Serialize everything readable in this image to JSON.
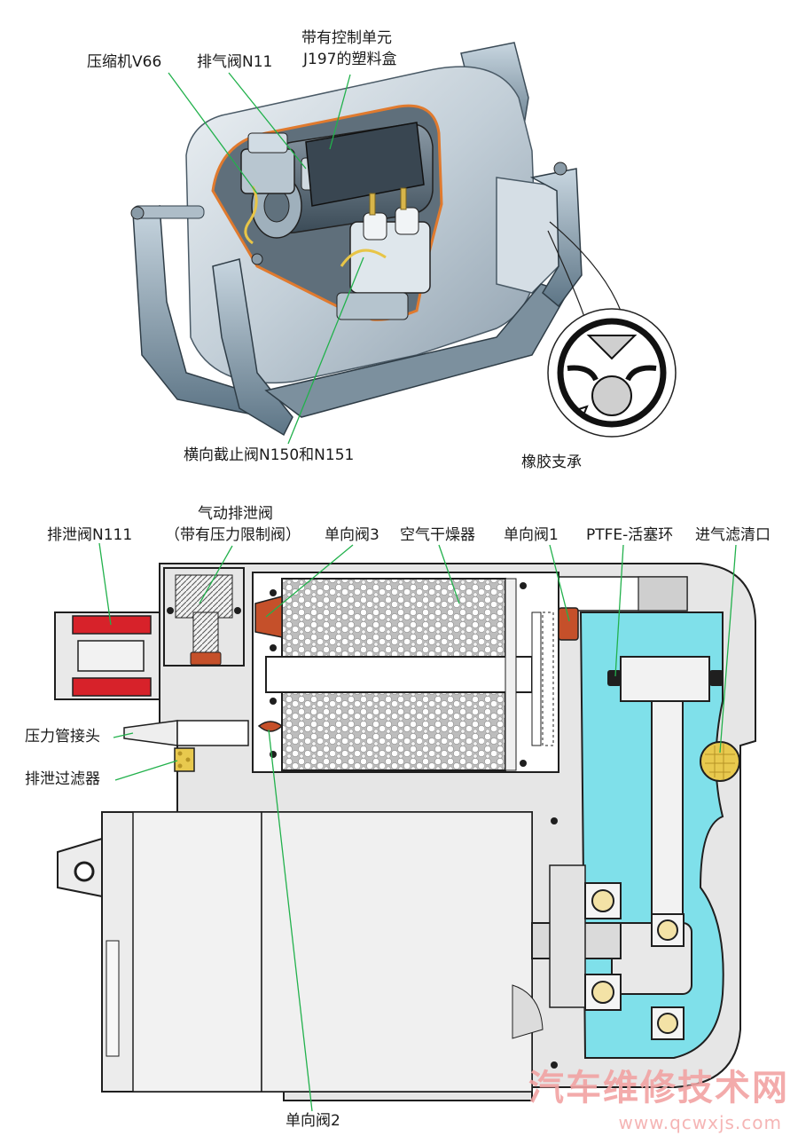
{
  "top_labels": {
    "compressor": "压缩机V66",
    "exhaust_valve": "排气阀N11",
    "plastic_box_line1": "带有控制单元",
    "plastic_box_line2": "J197的塑料盒",
    "cross_valves": "横向截止阀N150和N151",
    "rubber_support": "橡胶支承"
  },
  "bottom_labels": {
    "drain_valve": "排泄阀N111",
    "pneumatic_drain_line1": "气动排泄阀",
    "pneumatic_drain_line2": "（带有压力限制阀）",
    "check_valve_3": "单向阀3",
    "air_dryer": "空气干燥器",
    "check_valve_1": "单向阀1",
    "ptfe_ring": "PTFE-活塞环",
    "intake_filter": "进气滤清口",
    "pressure_fitting": "压力管接头",
    "drain_filter": "排泄过滤器",
    "check_valve_2": "单向阀2"
  },
  "watermark": {
    "text": "汽车维修技术网",
    "url": "www.qcwxjs.com"
  },
  "colors": {
    "leader_line": "#22b14c",
    "solenoid_red": "#d7222a",
    "valve_orange": "#c5502a",
    "fluid_cyan": "#7fe0ea",
    "housing_grey": "#e6e6e6",
    "dryer_grey": "#bdbdbd",
    "cover_grey": "#b9c7d1",
    "outline": "#1f1f1f",
    "orange_cutline": "#e07a2e"
  }
}
